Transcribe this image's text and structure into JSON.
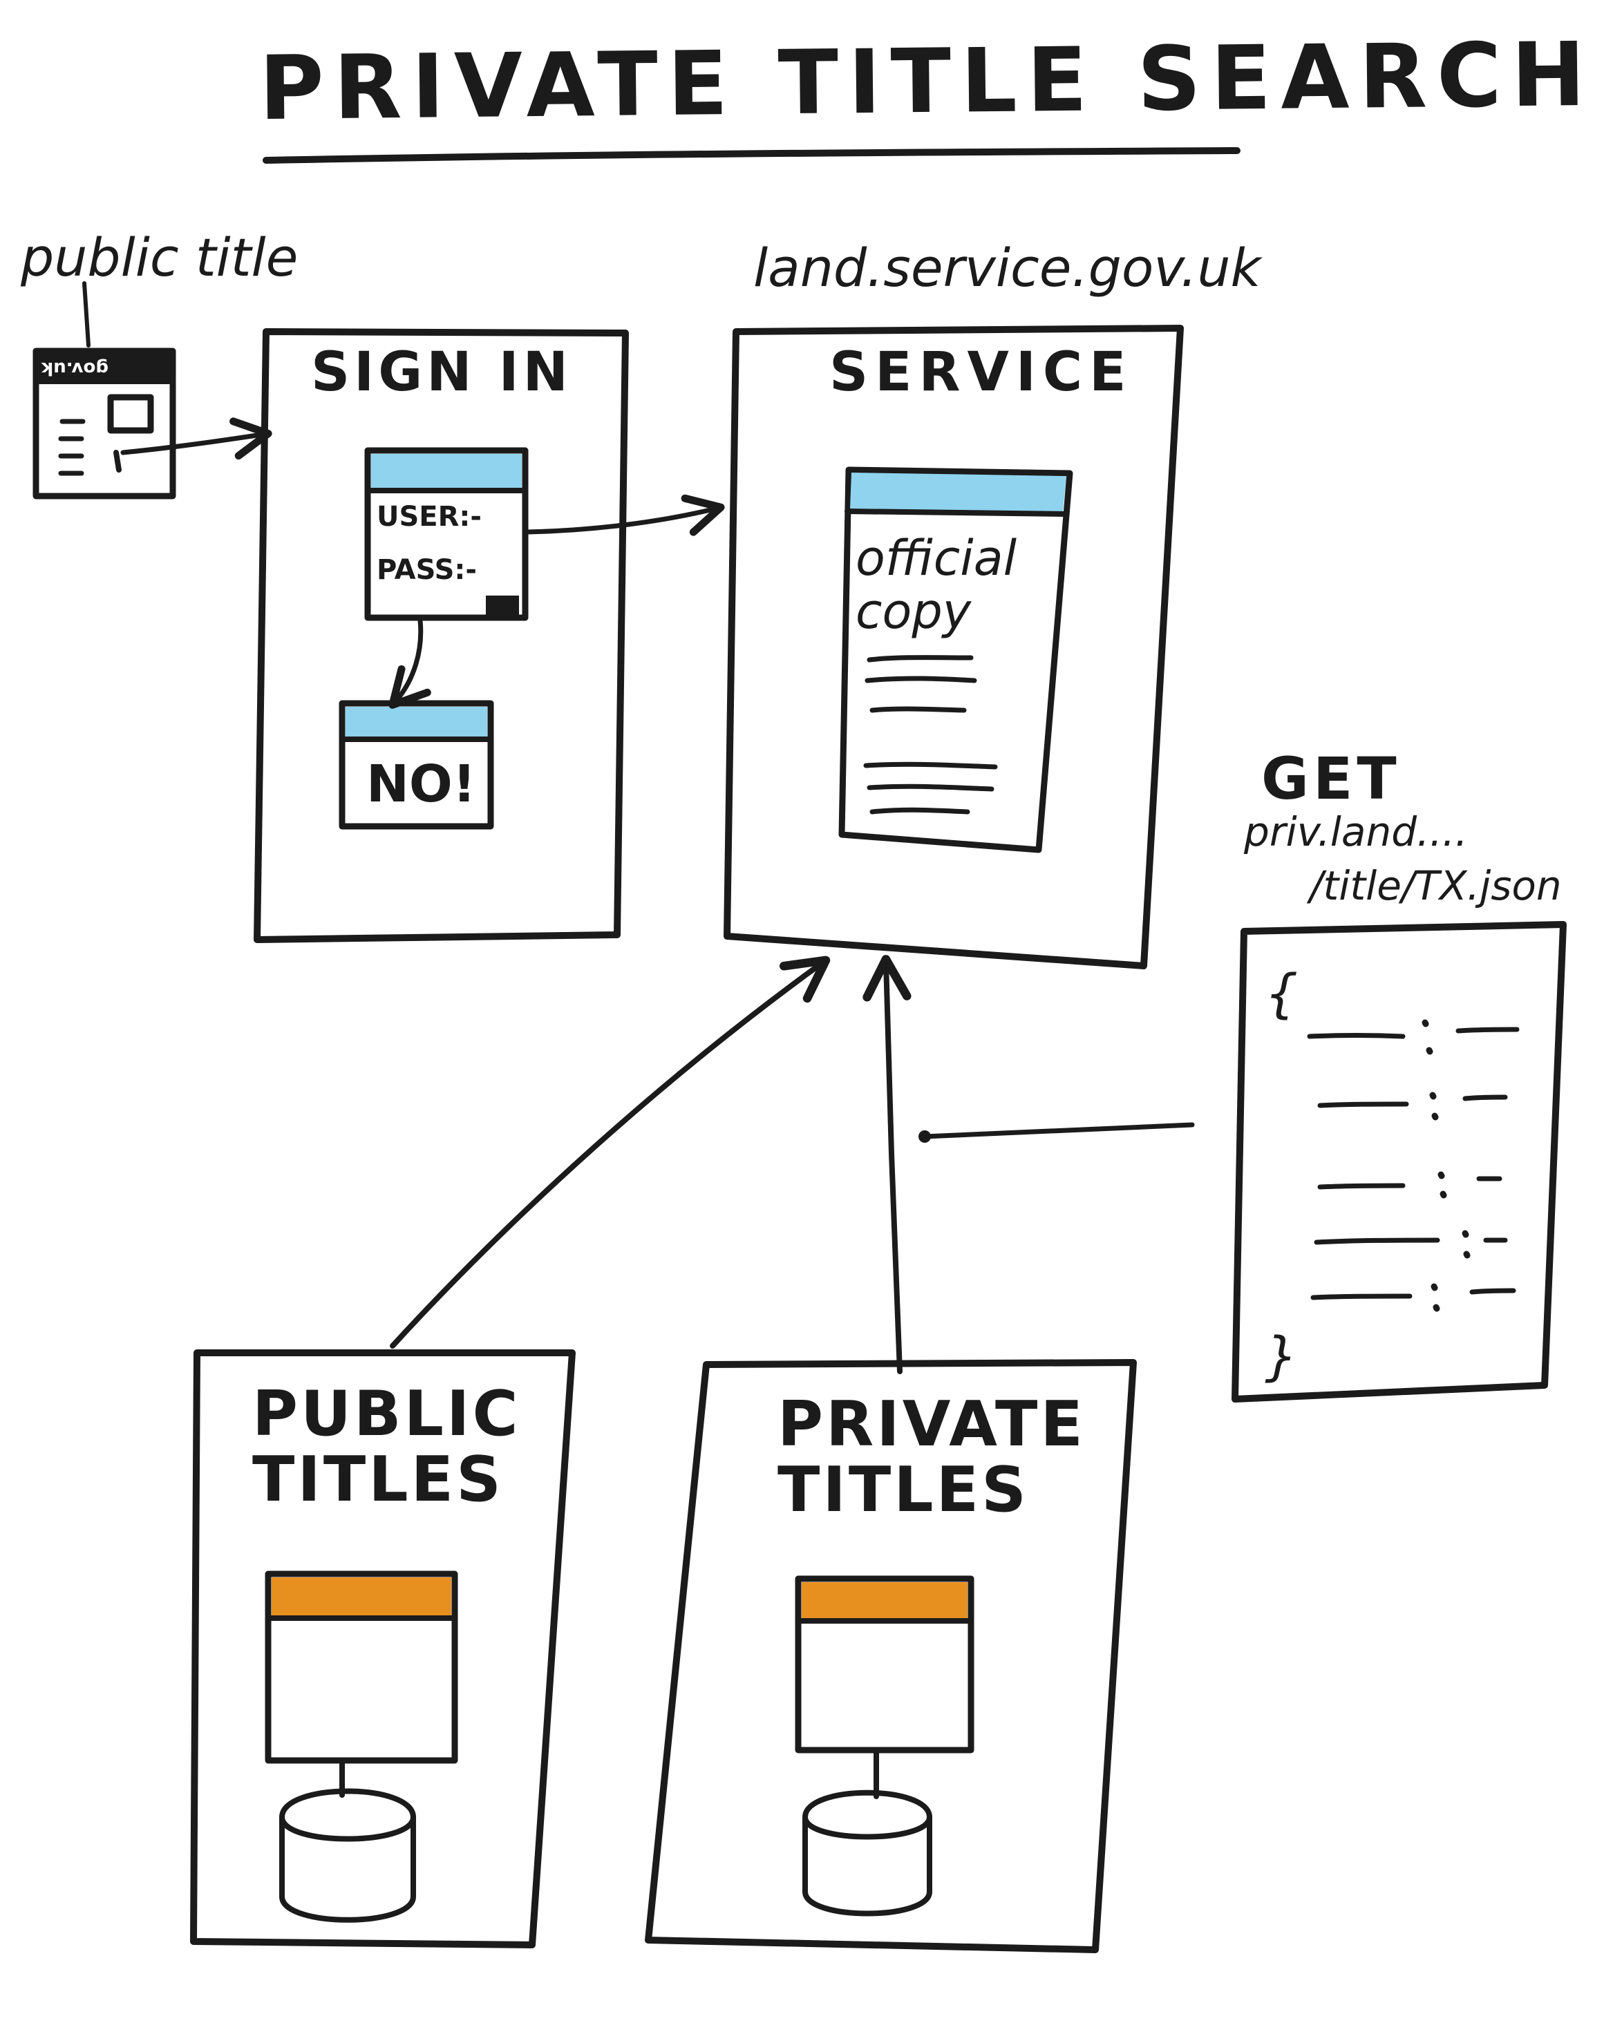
{
  "title": "PRIVATE TITLE SEARCH",
  "public_title_label": "public title",
  "browser_window_label": "gov.uk",
  "service_url": "land.service.gov.uk",
  "sign_in": {
    "heading": "SIGN IN",
    "user_label": "USER:-",
    "pass_label": "PASS:-",
    "rejection": "NO!"
  },
  "service": {
    "heading": "SERVICE",
    "document_title": "official copy"
  },
  "request": {
    "method": "GET",
    "host": "priv.land....",
    "path": "/title/TX.json",
    "json_open": "{",
    "json_close": "}"
  },
  "public_titles": {
    "heading": "PUBLIC TITLES"
  },
  "private_titles": {
    "heading": "PRIVATE TITLES"
  },
  "colors": {
    "ink": "#1b1b1b",
    "window_bar_blue": "#8fd3ee",
    "window_bar_orange": "#e8901f"
  }
}
